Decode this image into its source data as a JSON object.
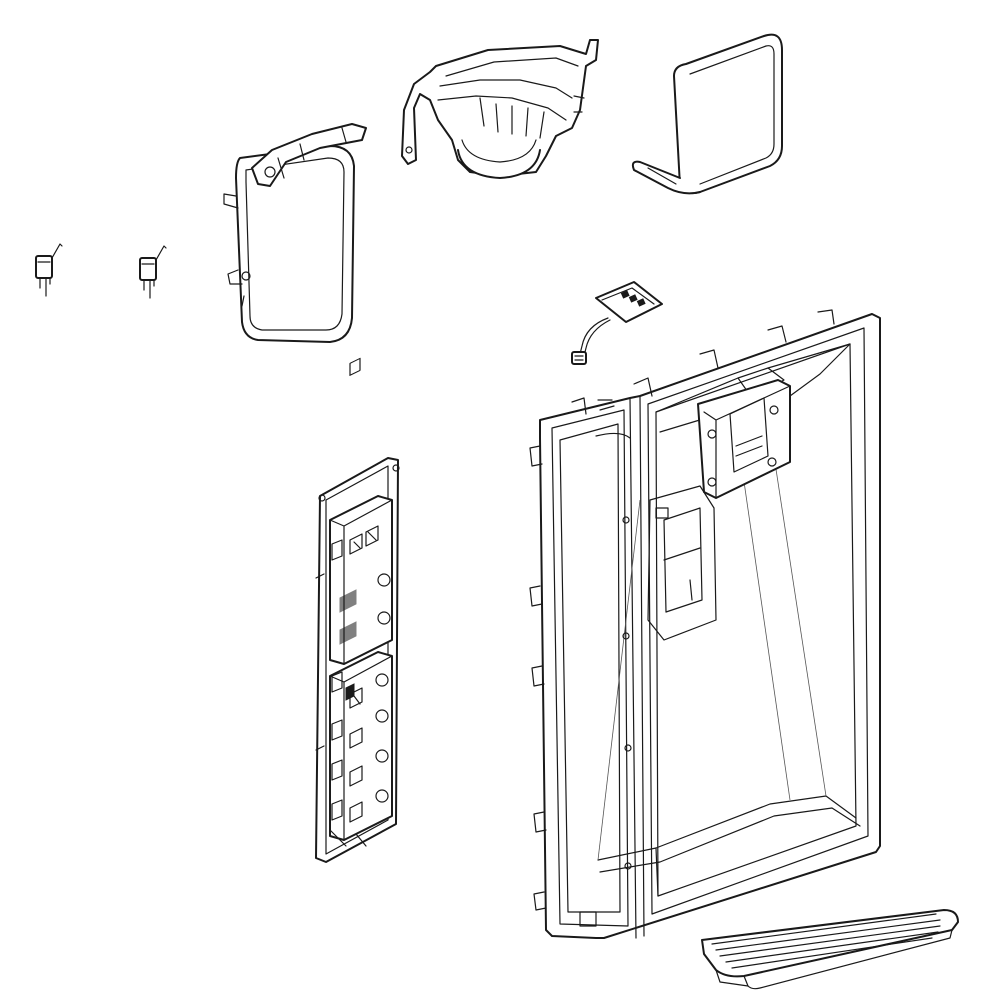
{
  "diagram": {
    "background_color": "#ffffff",
    "line_color": "#1a1a1a",
    "parts": [
      {
        "name": "micro-switch",
        "count": 2
      },
      {
        "name": "dispenser-paddle"
      },
      {
        "name": "ice-chute-duct"
      },
      {
        "name": "chute-door-flap"
      },
      {
        "name": "sensor-board-with-wire"
      },
      {
        "name": "control-panel-board"
      },
      {
        "name": "dispenser-housing-frame"
      },
      {
        "name": "drip-tray-grille"
      }
    ]
  }
}
